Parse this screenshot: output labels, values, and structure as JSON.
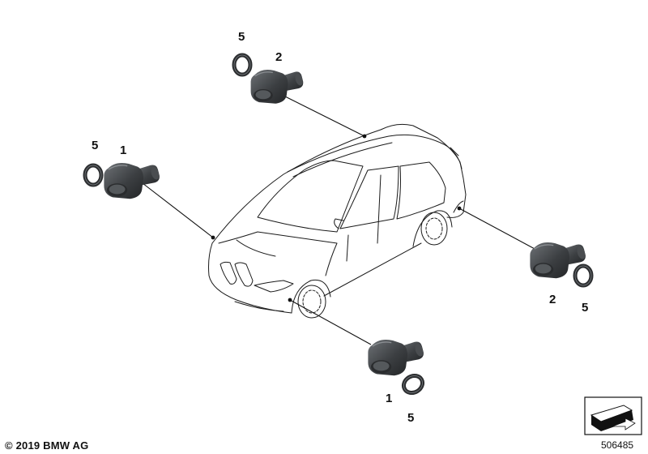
{
  "callouts": {
    "rear_top_ring": "5",
    "rear_top_sensor": "2",
    "front_left_ring": "5",
    "front_left_sensor": "1",
    "rear_right_sensor": "2",
    "rear_right_ring": "5",
    "front_bottom_sensor": "1",
    "front_bottom_ring": "5"
  },
  "footer": {
    "copyright": "© 2019 BMW AG",
    "diagram_number": "506485"
  },
  "colors": {
    "line": "#111111",
    "sensor_body": "#3c3f42",
    "sensor_highlight": "#6e7276",
    "ring": "#2b2d2f",
    "car_outline": "#1a1a1a"
  }
}
